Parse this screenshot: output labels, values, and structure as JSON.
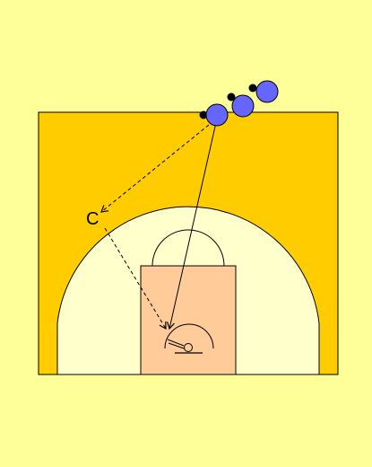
{
  "colors": {
    "background": "#FFFF99",
    "court": "#FFCC00",
    "three_point_area": "#FFFFCC",
    "paint": "#FFCC99",
    "line": "#000000",
    "player_fill": "#6666FF",
    "ball": "#000000"
  },
  "coach": {
    "label": "C"
  },
  "players": [
    {
      "role": "offense-player",
      "has_ball": true
    },
    {
      "role": "offense-player",
      "has_ball": true
    },
    {
      "role": "offense-player",
      "has_ball": true
    }
  ],
  "movements": [
    {
      "type": "pass",
      "style": "dashed",
      "from": "player-1",
      "to": "coach"
    },
    {
      "type": "pass",
      "style": "dashed",
      "from": "coach",
      "to": "basket"
    },
    {
      "type": "cut",
      "style": "solid",
      "from": "player-1",
      "to": "basket"
    }
  ]
}
